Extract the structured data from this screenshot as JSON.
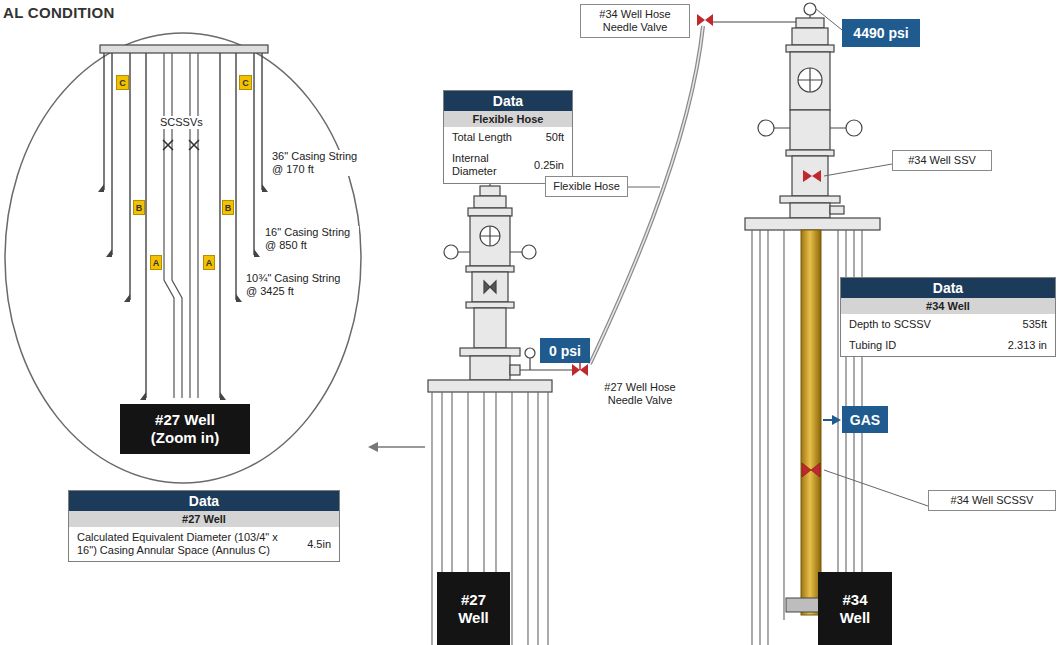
{
  "diagram": {
    "title": "AL CONDITION",
    "nodes": [
      {
        "text": [
          "C"
        ]
      },
      {
        "text": [
          "C"
        ]
      },
      {
        "text": [
          "B"
        ]
      },
      {
        "text": [
          "B"
        ]
      },
      {
        "text": [
          "A"
        ]
      },
      {
        "text": [
          "A"
        ]
      },
      {
        "text": [
          "#27 Well",
          "(Zoom in)"
        ]
      },
      {
        "text": [
          "Data",
          "#27 Well",
          "Calculated Equivalent Diameter (103/4\" x 16\") Casing Annular Space (Annulus C)",
          "4.5in"
        ]
      },
      {
        "text": [
          "Data",
          "Flexible Hose",
          "Total Length",
          "50ft",
          "Internal Diameter",
          "0.25in"
        ]
      },
      {
        "text": [
          "#34 Well Hose Needle Valve"
        ]
      },
      {
        "text": [
          "4490 psi"
        ]
      },
      {
        "text": [
          "Flexible Hose"
        ]
      },
      {
        "text": [
          "#34 Well SSV"
        ]
      },
      {
        "text": [
          "0 psi"
        ]
      },
      {
        "text": [
          "Data",
          "#34 Well",
          "Depth to SCSSV",
          "535ft",
          "Tubing ID",
          "2.313 in"
        ]
      },
      {
        "text": [
          "GAS"
        ]
      },
      {
        "text": [
          "#34 Well SCSSV"
        ]
      },
      {
        "text": [
          "#27 Well"
        ]
      },
      {
        "text": [
          "#34 Well"
        ]
      }
    ],
    "labels": [
      "SCSSVs",
      "36\" Casing String @ 170 ft",
      "16\" Casing String @ 850 ft",
      "10¾\" Casing String @ 3425 ft",
      "#27 Well Hose Needle Valve"
    ]
  }
}
